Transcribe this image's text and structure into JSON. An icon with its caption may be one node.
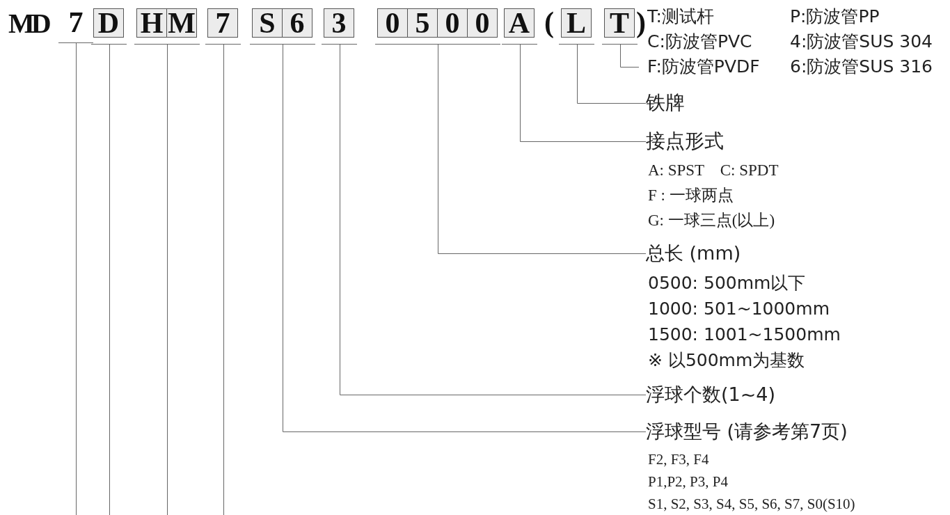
{
  "diagram": {
    "nodes": [
      {
        "text": [
          "7"
        ]
      },
      {
        "text": [
          "D"
        ]
      },
      {
        "text": [
          "H",
          "M"
        ]
      },
      {
        "text": [
          "7"
        ]
      },
      {
        "text": [
          "S",
          "6"
        ]
      },
      {
        "text": [
          "3"
        ]
      },
      {
        "text": [
          "0",
          "5",
          "0",
          "0"
        ]
      },
      {
        "text": [
          "A"
        ]
      },
      {
        "text": [
          "L"
        ]
      },
      {
        "text": [
          "T"
        ]
      },
      {
        "text": [
          "T:测试杆",
          "P:防波管PP",
          "C:防波管PVC",
          "4:防波管SUS 304",
          "F:防波管PVDF",
          "6:防波管SUS 316"
        ]
      },
      {
        "text": [
          "铁牌"
        ]
      },
      {
        "text": [
          "接点形式",
          "A: SPST    C: SPDT",
          "F : 一球两点",
          "G: 一球三点(以上)"
        ]
      },
      {
        "text": [
          "总长 (mm)",
          "0500: 500mm以下",
          "1000: 501~1000mm",
          "1500: 1001~1500mm",
          "※ 以500mm为基数"
        ]
      },
      {
        "text": [
          "浮球个数(1~4)"
        ]
      },
      {
        "text": [
          "浮球型号 (请参考第7页)",
          "F2, F3, F4",
          "P1,P2, P3, P4",
          "S1, S2, S3, S4, S5, S6, S7, S0(S10)"
        ]
      }
    ],
    "edges": [
      {
        "from": 9,
        "to": 10,
        "arrow": "none"
      },
      {
        "from": 8,
        "to": 11,
        "arrow": "none"
      },
      {
        "from": 7,
        "to": 12,
        "arrow": "none"
      },
      {
        "from": 6,
        "to": 13,
        "arrow": "none"
      },
      {
        "from": 5,
        "to": 14,
        "arrow": "none"
      },
      {
        "from": 4,
        "to": 15,
        "arrow": "none"
      },
      {
        "from": 0,
        "to": null,
        "arrow": "none"
      },
      {
        "from": 1,
        "to": null,
        "arrow": "none"
      },
      {
        "from": 2,
        "to": null,
        "arrow": "none"
      },
      {
        "from": 3,
        "to": null,
        "arrow": "none"
      }
    ],
    "labels": [
      "MD",
      "(",
      ")"
    ]
  }
}
